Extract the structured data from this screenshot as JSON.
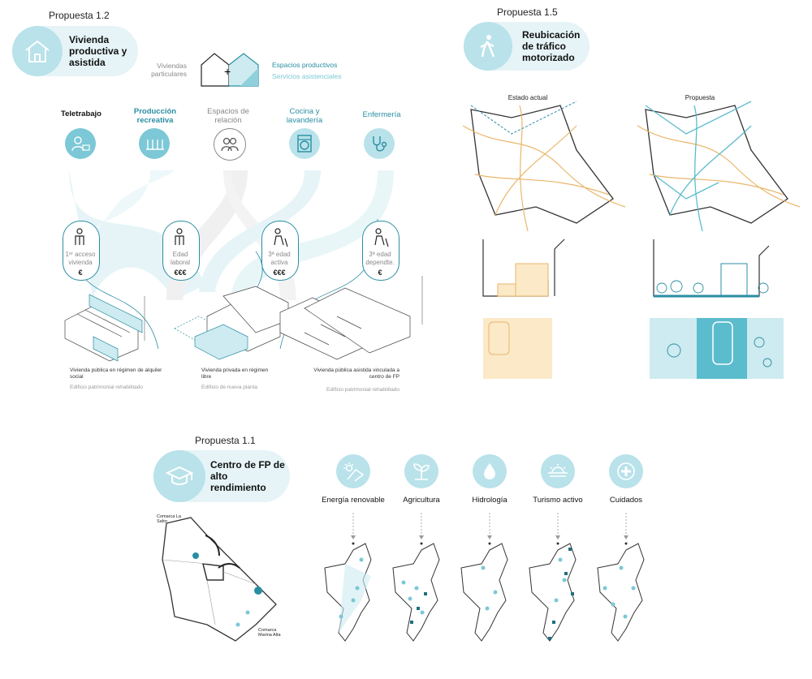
{
  "p12": {
    "title": "Propuesta 1.2",
    "pill": "Vivienda productiva y asistida",
    "viviendas": "Viviendas particulares",
    "espacios": "Espacios productivos",
    "servicios": "Servicios asistenciales",
    "cats": [
      "Teletrabajo",
      "Producción recreativa",
      "Espacios de relación",
      "Cocina y lavandería",
      "Enfermería"
    ],
    "profiles": [
      {
        "text": "1ᵉʳ acceso vivienda",
        "cost": "€"
      },
      {
        "text": "Edad laboral",
        "cost": "€€€"
      },
      {
        "text": "3ª edad activa",
        "cost": "€€€"
      },
      {
        "text": "3ª edad dependte.",
        "cost": "€"
      }
    ],
    "buildings": [
      {
        "desc": "Vivienda pública en régimen de alquiler social",
        "sub": "Edificio patrimonial rehabilitado"
      },
      {
        "desc": "Vivienda privada en régimen libre",
        "sub": "Edificio de nueva planta"
      },
      {
        "desc": "Vivienda pública asistida vinculada a centro de FP",
        "sub": "Edificio patrimonial rehabilitado"
      }
    ]
  },
  "p15": {
    "title": "Propuesta 1.5",
    "pill": "Reubicación de tráfico motorizado",
    "estado": "Estado actual",
    "propuesta": "Propuesta"
  },
  "p11": {
    "title": "Propuesta 1.1",
    "pill": "Centro de FP de alto rendimiento",
    "map_labels": [
      "Comarca La Safor",
      "Comarca Marina Alta"
    ],
    "sectors": [
      "Energía renovable",
      "Agricultura",
      "Hidrología",
      "Turismo activo",
      "Cuidados"
    ]
  },
  "icons": [
    "house-icon",
    "pedestrian-icon",
    "graduation-cap-icon",
    "teleworker-icon",
    "crops-icon",
    "people-icon",
    "washing-machine-icon",
    "stethoscope-icon",
    "sun-panel-icon",
    "sprout-icon",
    "water-drop-icon",
    "sunrise-icon",
    "medical-cross-icon"
  ],
  "colors": {
    "accent": "#2a8ea3",
    "pale": "#e6f4f7",
    "circle": "#b9e2ea",
    "orange": "#e9b66a"
  }
}
